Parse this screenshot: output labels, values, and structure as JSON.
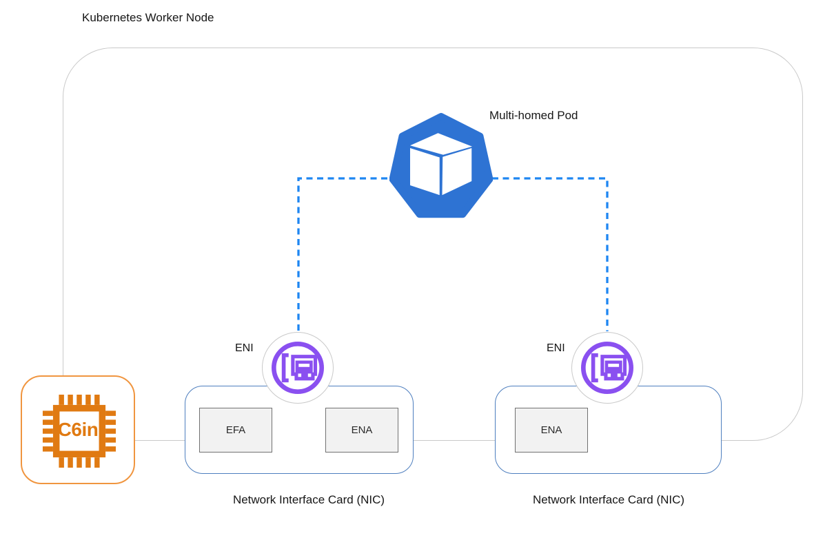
{
  "title": "Kubernetes Worker Node",
  "pod": {
    "label": "Multi-homed Pod",
    "icon": "kubernetes-pod-icon"
  },
  "eni_left": {
    "label": "ENI",
    "icon": "network-card-icon"
  },
  "eni_right": {
    "label": "ENI",
    "icon": "network-card-icon"
  },
  "nic_left": {
    "caption": "Network Interface Card (NIC)",
    "adapters": [
      "EFA",
      "ENA"
    ]
  },
  "nic_right": {
    "caption": "Network Interface Card (NIC)",
    "adapters": [
      "ENA"
    ]
  },
  "instance": {
    "label": "C6in",
    "icon": "cpu-chip-icon"
  },
  "colors": {
    "pod_blue": "#2E73D3",
    "dash_blue": "#1E86F2",
    "eni_purple": "#8A50F0",
    "eni_ring_gray": "#C9C9C9",
    "container_border": "#C9C9C9",
    "nic_border": "#4D7EBE",
    "adapter_fill": "#F2F2F2",
    "adapter_border": "#707070",
    "chip_orange": "#E07A12",
    "chip_border": "#F0953F",
    "text": "#161616"
  }
}
